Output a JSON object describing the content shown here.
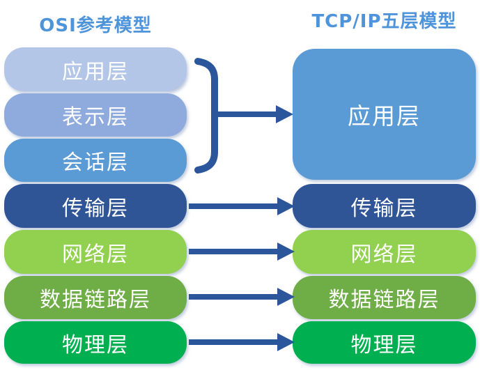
{
  "titles": {
    "left": "OSI参考模型",
    "right": "TCP/IP五层模型",
    "color": "#4E94DB"
  },
  "left_column": {
    "boxes": [
      {
        "label": "应用层",
        "color": "#B4C6E7"
      },
      {
        "label": "表示层",
        "color": "#8FAADC"
      },
      {
        "label": "会话层",
        "color": "#5B9BD5"
      },
      {
        "label": "传输层",
        "color": "#2F5597"
      },
      {
        "label": "网络层",
        "color": "#92D050"
      },
      {
        "label": "数据链路层",
        "color": "#6FAD47"
      },
      {
        "label": "物理层",
        "color": "#00AF50"
      }
    ]
  },
  "right_column": {
    "boxes": [
      {
        "label": "应用层",
        "color": "#5B9BD5"
      },
      {
        "label": "传输层",
        "color": "#2F5597"
      },
      {
        "label": "网络层",
        "color": "#92D050"
      },
      {
        "label": "数据链路层",
        "color": "#6FAD47"
      },
      {
        "label": "物理层",
        "color": "#00AF50"
      }
    ]
  },
  "colors": {
    "arrow": "#2B569B",
    "box_text": "#FFFFFF"
  }
}
